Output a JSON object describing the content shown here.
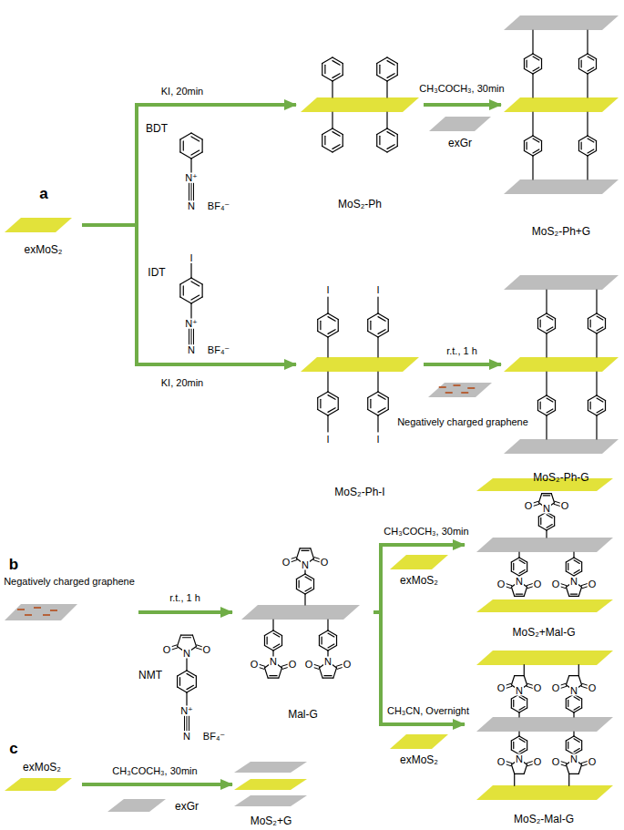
{
  "diagram": {
    "nodes": [
      {
        "text": [
          "exMoS₂"
        ]
      },
      {
        "text": [
          "MoS₂-Ph"
        ]
      },
      {
        "text": [
          "MoS₂-Ph+G"
        ]
      },
      {
        "text": [
          "MoS₂-Ph-I"
        ]
      },
      {
        "text": [
          "MoS₂-Ph-G"
        ]
      },
      {
        "text": [
          "Negatively charged graphene"
        ]
      },
      {
        "text": [
          "Mal-G"
        ]
      },
      {
        "text": [
          "MoS₂+Mal-G"
        ]
      },
      {
        "text": [
          "MoS₂-Mal-G"
        ]
      },
      {
        "text": [
          "exMoS₂"
        ]
      },
      {
        "text": [
          "MoS₂+G"
        ]
      }
    ],
    "edges": [
      {
        "from": 0,
        "to": 1,
        "arrow": "to",
        "label": "KI, 20min"
      },
      {
        "from": 0,
        "to": 3,
        "arrow": "to",
        "label": "KI, 20min"
      },
      {
        "from": 1,
        "to": 2,
        "arrow": "to",
        "label": "CH₃COCH₃, 30min"
      },
      {
        "from": 3,
        "to": 4,
        "arrow": "to",
        "label": "r.t., 1 h"
      },
      {
        "from": 5,
        "to": 6,
        "arrow": "to",
        "label": "r.t., 1 h"
      },
      {
        "from": 6,
        "to": 7,
        "arrow": "to",
        "label": "CH₃COCH₃, 30min"
      },
      {
        "from": 6,
        "to": 8,
        "arrow": "to",
        "label": "CH₃CN, Overnight"
      },
      {
        "from": 9,
        "to": 10,
        "arrow": "to",
        "label": "CH₃COCH₃, 30min"
      }
    ],
    "labels": [
      "a",
      "BDT",
      "N⁺",
      "N",
      "BF₄⁻",
      "IDT",
      "I",
      "N⁺",
      "N",
      "BF₄⁻",
      "I",
      "I",
      "I",
      "I",
      "exGr",
      "Negatively charged graphene",
      "b",
      "NMT",
      "O",
      "N",
      "O",
      "N⁺",
      "N",
      "BF₄⁻",
      "O",
      "N",
      "O",
      "O",
      "N",
      "O",
      "O",
      "N",
      "O",
      "exMoS₂",
      "exMoS₂",
      "O",
      "N",
      "O",
      "O",
      "N",
      "O",
      "O",
      "N",
      "O",
      "O",
      "N",
      "O",
      "O",
      "N",
      "O",
      "O",
      "N",
      "O",
      "O",
      "N",
      "O",
      "c",
      "exGr"
    ]
  }
}
